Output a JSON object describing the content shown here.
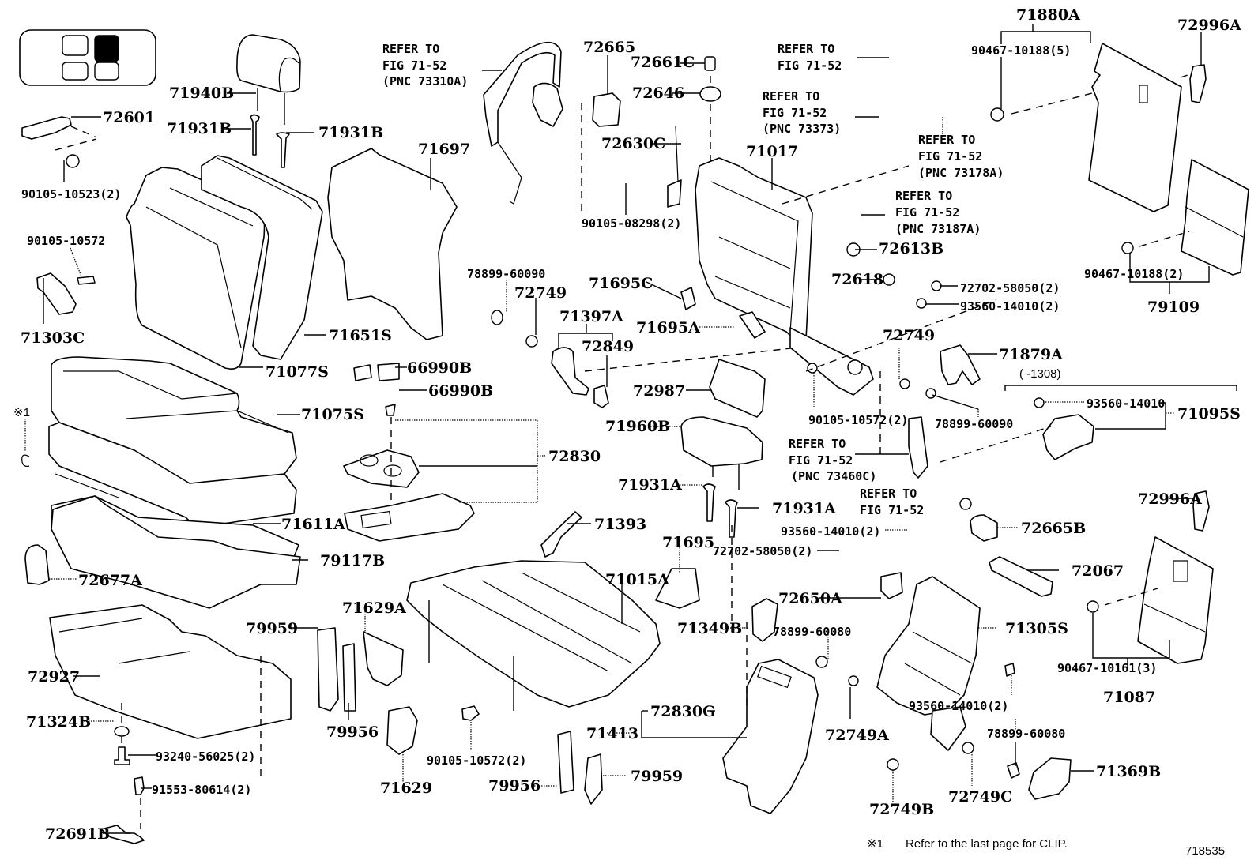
{
  "figure": {
    "figure_number": "718535",
    "footnote_mark": "※1",
    "footnote_text": "Refer to the last page for CLIP.",
    "clip_marker": "※1"
  },
  "locator": {
    "cells": [
      {
        "position": "top-left",
        "highlighted": false
      },
      {
        "position": "top-right",
        "highlighted": true
      },
      {
        "position": "bottom-left",
        "highlighted": false
      },
      {
        "position": "bottom-right",
        "highlighted": false
      }
    ]
  },
  "references": [
    {
      "line1": "REFER TO",
      "line2": "FIG 71-52",
      "line3": "(PNC 73310A)"
    },
    {
      "line1": "REFER TO",
      "line2": "FIG 71-52",
      "line3": ""
    },
    {
      "line1": "REFER TO",
      "line2": "FIG 71-52",
      "line3": "(PNC 73373)"
    },
    {
      "line1": "REFER TO",
      "line2": "FIG 71-52",
      "line3": "(PNC 73178A)"
    },
    {
      "line1": "REFER TO",
      "line2": "FIG 71-52",
      "line3": "(PNC 73187A)"
    },
    {
      "line1": "REFER TO",
      "line2": "FIG 71-52",
      "line3": "(PNC 73460C)"
    },
    {
      "line1": "REFER TO",
      "line2": "FIG 71-52",
      "line3": ""
    }
  ],
  "date_range": "(      -1308)",
  "parts": [
    {
      "id": "71940B"
    },
    {
      "id": "72601"
    },
    {
      "id": "71931B"
    },
    {
      "id": "71931B"
    },
    {
      "id": "90105-10523(2)"
    },
    {
      "id": "71697"
    },
    {
      "id": "72665"
    },
    {
      "id": "72661C"
    },
    {
      "id": "72646"
    },
    {
      "id": "72630C"
    },
    {
      "id": "71017"
    },
    {
      "id": "90105-08298(2)"
    },
    {
      "id": "71880A"
    },
    {
      "id": "72996A"
    },
    {
      "id": "90467-10188(5)"
    },
    {
      "id": "90105-10572"
    },
    {
      "id": "71303C"
    },
    {
      "id": "71651S"
    },
    {
      "id": "71077S"
    },
    {
      "id": "72613B"
    },
    {
      "id": "72618"
    },
    {
      "id": "78899-60090"
    },
    {
      "id": "72749"
    },
    {
      "id": "71397A"
    },
    {
      "id": "72849"
    },
    {
      "id": "71695C"
    },
    {
      "id": "71695A"
    },
    {
      "id": "72702-58050(2)"
    },
    {
      "id": "93560-14010(2)"
    },
    {
      "id": "90467-10188(2)"
    },
    {
      "id": "79109"
    },
    {
      "id": "66990B"
    },
    {
      "id": "66990B"
    },
    {
      "id": "71075S"
    },
    {
      "id": "72830"
    },
    {
      "id": "72987"
    },
    {
      "id": "72749"
    },
    {
      "id": "71879A"
    },
    {
      "id": "90105-10572(2)"
    },
    {
      "id": "78899-60090"
    },
    {
      "id": "93560-14010"
    },
    {
      "id": "71095S"
    },
    {
      "id": "71960B"
    },
    {
      "id": "71931A"
    },
    {
      "id": "71931A"
    },
    {
      "id": "71611A"
    },
    {
      "id": "72996A"
    },
    {
      "id": "72665B"
    },
    {
      "id": "71393"
    },
    {
      "id": "93560-14010(2)"
    },
    {
      "id": "72702-58050(2)"
    },
    {
      "id": "71695"
    },
    {
      "id": "79117B"
    },
    {
      "id": "72677A"
    },
    {
      "id": "71015A"
    },
    {
      "id": "72067"
    },
    {
      "id": "72650A"
    },
    {
      "id": "79959"
    },
    {
      "id": "71629A"
    },
    {
      "id": "71349B"
    },
    {
      "id": "78899-60080"
    },
    {
      "id": "71305S"
    },
    {
      "id": "90467-10161(3)"
    },
    {
      "id": "72927"
    },
    {
      "id": "71087"
    },
    {
      "id": "71324B"
    },
    {
      "id": "79956"
    },
    {
      "id": "71413"
    },
    {
      "id": "72830G"
    },
    {
      "id": "72749A"
    },
    {
      "id": "93560-14010(2)"
    },
    {
      "id": "93240-56025(2)"
    },
    {
      "id": "90105-10572(2)"
    },
    {
      "id": "78899-60080"
    },
    {
      "id": "71629"
    },
    {
      "id": "79959"
    },
    {
      "id": "79956"
    },
    {
      "id": "71369B"
    },
    {
      "id": "91553-80614(2)"
    },
    {
      "id": "72749C"
    },
    {
      "id": "72749B"
    },
    {
      "id": "72691B"
    }
  ]
}
